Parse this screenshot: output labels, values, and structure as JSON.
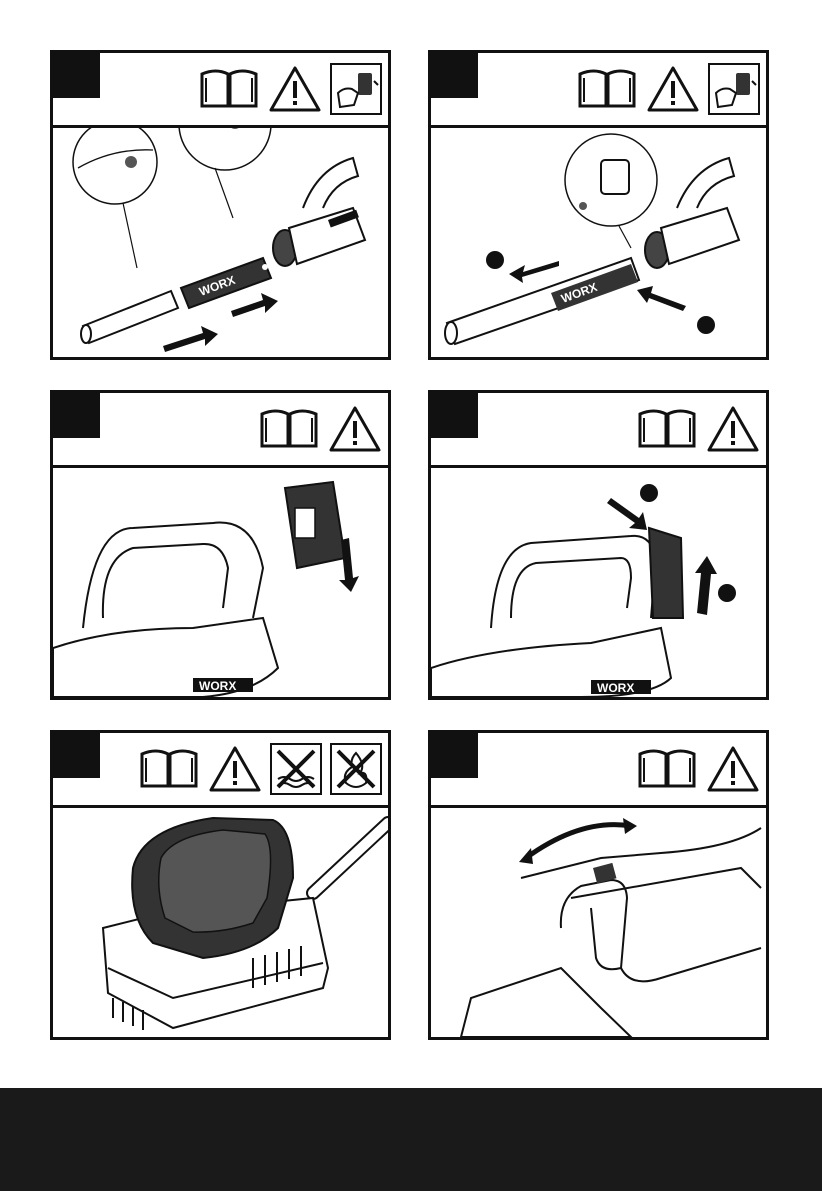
{
  "panels": [
    {
      "id": "panel-1",
      "step": "",
      "brand": "WORX",
      "icons": [
        "manual-book-icon",
        "warning-icon",
        "battery-removal-icon"
      ]
    },
    {
      "id": "panel-2",
      "step": "",
      "brand": "WORX",
      "icons": [
        "manual-book-icon",
        "warning-icon",
        "battery-removal-icon"
      ]
    },
    {
      "id": "panel-3",
      "step": "",
      "brand": "WORX",
      "icons": [
        "manual-book-icon",
        "warning-icon"
      ]
    },
    {
      "id": "panel-4",
      "step": "",
      "brand": "WORX",
      "icons": [
        "manual-book-icon",
        "warning-icon"
      ]
    },
    {
      "id": "panel-5",
      "step": "",
      "brand": "",
      "icons": [
        "manual-book-icon",
        "warning-icon",
        "no-water-icon",
        "no-fire-icon"
      ]
    },
    {
      "id": "panel-6",
      "step": "",
      "brand": "",
      "icons": [
        "manual-book-icon",
        "warning-icon"
      ]
    }
  ],
  "colors": {
    "ink": "#111111",
    "footer": "#1a1a1a",
    "paper": "#ffffff"
  }
}
